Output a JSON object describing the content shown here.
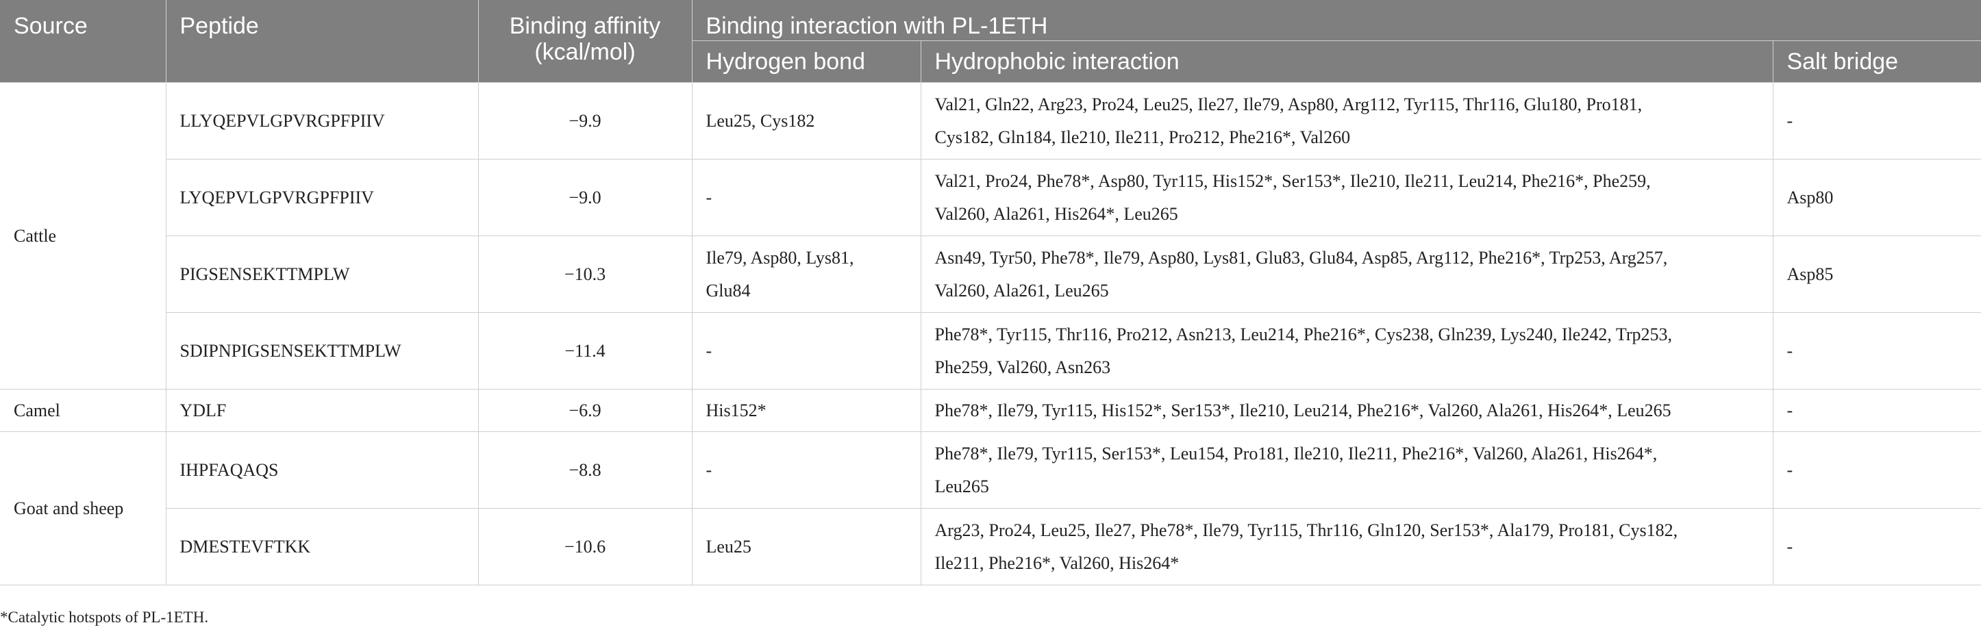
{
  "headers": {
    "source": "Source",
    "peptide": "Peptide",
    "affinity_line1": "Binding affinity",
    "affinity_line2": "(kcal/mol)",
    "group": "Binding interaction with PL-1ETH",
    "hbond": "Hydrogen bond",
    "hydrophobic": "Hydrophobic interaction",
    "salt": "Salt bridge"
  },
  "groups": [
    {
      "source": "Cattle",
      "rows": [
        {
          "peptide": "LLYQEPVLGPVRGPFPIIV",
          "affinity": "−9.9",
          "hbond": "Leu25, Cys182",
          "hydrophobic_lines": [
            "Val21, Gln22, Arg23, Pro24, Leu25, Ile27, Ile79, Asp80, Arg112, Tyr115, Thr116, Glu180, Pro181,",
            "Cys182, Gln184, Ile210, Ile211, Pro212, Phe216*, Val260"
          ],
          "salt": "-"
        },
        {
          "peptide": "LYQEPVLGPVRGPFPIIV",
          "affinity": "−9.0",
          "hbond": "-",
          "hydrophobic_lines": [
            "Val21, Pro24, Phe78*, Asp80, Tyr115, His152*, Ser153*, Ile210, Ile211, Leu214, Phe216*, Phe259,",
            "Val260, Ala261, His264*, Leu265"
          ],
          "salt": "Asp80"
        },
        {
          "peptide": "PIGSENSEKTTMPLW",
          "affinity": "−10.3",
          "hbond_lines": [
            "Ile79, Asp80, Lys81,",
            "Glu84"
          ],
          "hydrophobic_lines": [
            "Asn49, Tyr50, Phe78*, Ile79, Asp80, Lys81, Glu83, Glu84, Asp85, Arg112, Phe216*, Trp253, Arg257,",
            "Val260, Ala261, Leu265"
          ],
          "salt": "Asp85"
        },
        {
          "peptide": "SDIPNPIGSENSEKTTMPLW",
          "affinity": "−11.4",
          "hbond": "-",
          "hydrophobic_lines": [
            "Phe78*, Tyr115, Thr116, Pro212, Asn213, Leu214, Phe216*, Cys238, Gln239, Lys240, Ile242, Trp253,",
            "Phe259, Val260, Asn263"
          ],
          "salt": "-"
        }
      ]
    },
    {
      "source": "Camel",
      "rows": [
        {
          "peptide": "YDLF",
          "affinity": "−6.9",
          "hbond": "His152*",
          "hydrophobic_lines": [
            "Phe78*, Ile79, Tyr115, His152*, Ser153*, Ile210, Leu214, Phe216*, Val260, Ala261, His264*, Leu265"
          ],
          "salt": "-"
        }
      ]
    },
    {
      "source": "Goat and sheep",
      "rows": [
        {
          "peptide": "IHPFAQAQS",
          "affinity": "−8.8",
          "hbond": "-",
          "hydrophobic_lines": [
            "Phe78*, Ile79, Tyr115, Ser153*, Leu154, Pro181, Ile210, Ile211, Phe216*, Val260, Ala261, His264*,",
            "Leu265"
          ],
          "salt": "-"
        },
        {
          "peptide": "DMESTEVFTKK",
          "affinity": "−10.6",
          "hbond": "Leu25",
          "hydrophobic_lines": [
            "Arg23, Pro24, Leu25, Ile27, Phe78*, Ile79, Tyr115, Thr116, Gln120, Ser153*, Ala179, Pro181, Cys182,",
            "Ile211, Phe216*, Val260, His264*"
          ],
          "salt": "-"
        }
      ]
    }
  ],
  "footnote": "*Catalytic hotspots of PL-1ETH."
}
